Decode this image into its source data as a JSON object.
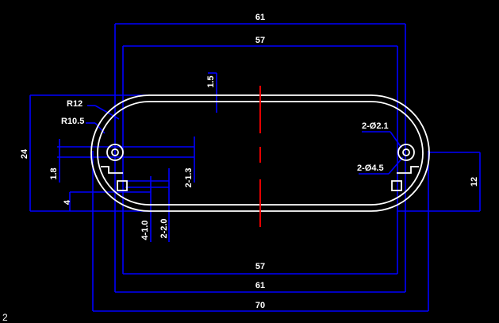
{
  "drawing": {
    "page_number": "2",
    "dimensions": {
      "top_outer_width": "61",
      "top_inner_width": "57",
      "bottom_inner_width": "57",
      "bottom_outer_width": "61",
      "overall_width": "70",
      "height_overall": "24",
      "height_right": "12",
      "wall_thickness": "1.5",
      "radius_outer": "R12",
      "radius_inner": "R10.5",
      "hole_small": "2-Ø2.1",
      "hole_large": "2-Ø4.5",
      "slot_depth": "1.8",
      "slot_gap": "2-1.3",
      "base_offset": "4",
      "slot_width_a": "4-1.0",
      "slot_width_b": "2-2.0"
    },
    "colors": {
      "background": "#000000",
      "outline": "#ffffff",
      "dimension": "#0000ff",
      "centerline": "#ff0000",
      "text": "#ffffff"
    }
  }
}
